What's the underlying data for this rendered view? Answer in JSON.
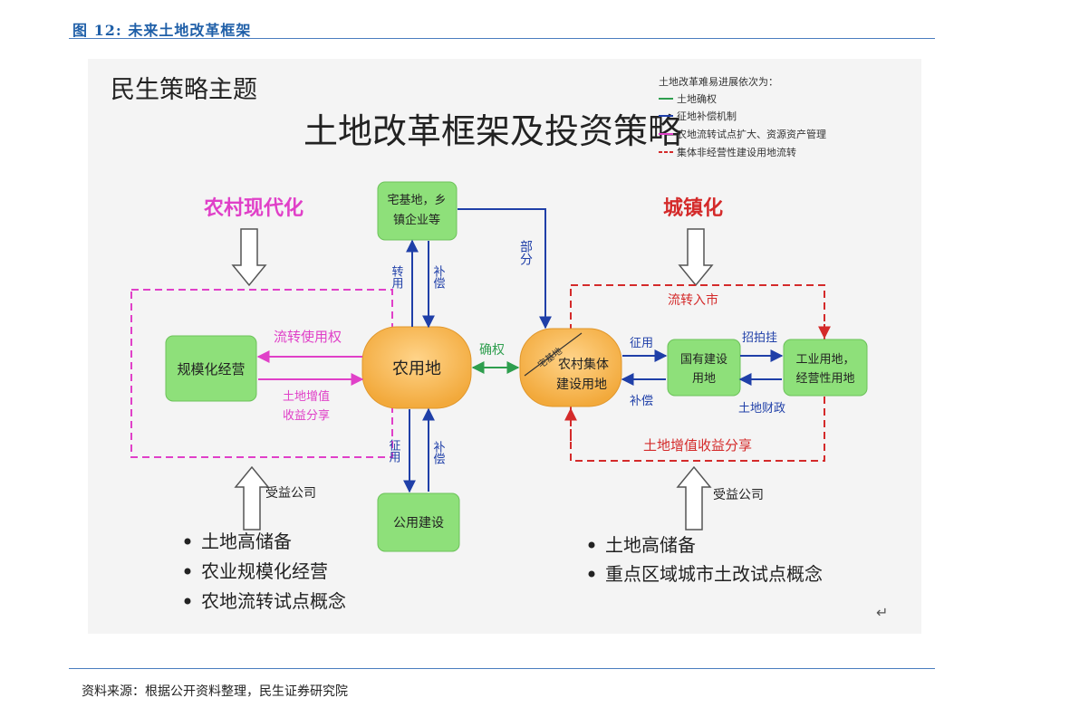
{
  "caption": "图 12:  未来土地改革框架",
  "source": "资料来源：根据公开资料整理，民生证券研究院",
  "diagram": {
    "header_left": "民生策略主题",
    "title": "土地改革框架及投资策略",
    "legend": {
      "heading": "土地改革难易进展依次为：",
      "items": [
        {
          "text": "土地确权",
          "color": "#2e9e4e"
        },
        {
          "text": "征地补偿机制",
          "color": "#1f3fa8"
        },
        {
          "text": "农地流转试点扩大、资源资产管理",
          "color": "#e040c8"
        },
        {
          "text": "集体非经营性建设用地流转",
          "color": "#d42a2a"
        }
      ]
    },
    "rural": "农村现代化",
    "urban": "城镇化",
    "nodes": {
      "homestead": "宅基地，乡镇企业等",
      "homestead_l1": "宅基地，乡",
      "homestead_l2": "镇企业等",
      "scale": "规模化经营",
      "farmland": "农用地",
      "public": "公用建设",
      "collective": "农村集体建设用地",
      "collective_l1": "农村集体",
      "collective_l2": "建设用地",
      "collective_tag": "宅基地",
      "state": "国有建设用地",
      "state_l1": "国有建设",
      "state_l2": "用地",
      "industrial": "工业用地，经营性用地",
      "industrial_l1": "工业用地，",
      "industrial_l2": "经营性用地"
    },
    "edges": {
      "transfer_use": "转用",
      "compensate": "补偿",
      "partial": "部分",
      "confirm": "确权",
      "flow_use": "流转使用权",
      "land_value_share": "土地增值收益分享",
      "land_value_l1": "土地增值",
      "land_value_l2": "收益分享",
      "requisition": "征用",
      "requisition_compensate": "补偿",
      "auction": "招拍挂",
      "land_finance": "土地财政",
      "enter_market": "流转入市",
      "red_value_share": "土地增值收益分享",
      "vert_requisition": "征用",
      "vert_compensate": "补偿"
    },
    "beneficiary_label": "受益公司",
    "left_bullets": [
      "土地高储备",
      "农业规模化经营",
      "农地流转试点概念"
    ],
    "right_bullets": [
      "土地高储备",
      "重点区域城市土改试点概念"
    ],
    "return_mark": "↵"
  }
}
